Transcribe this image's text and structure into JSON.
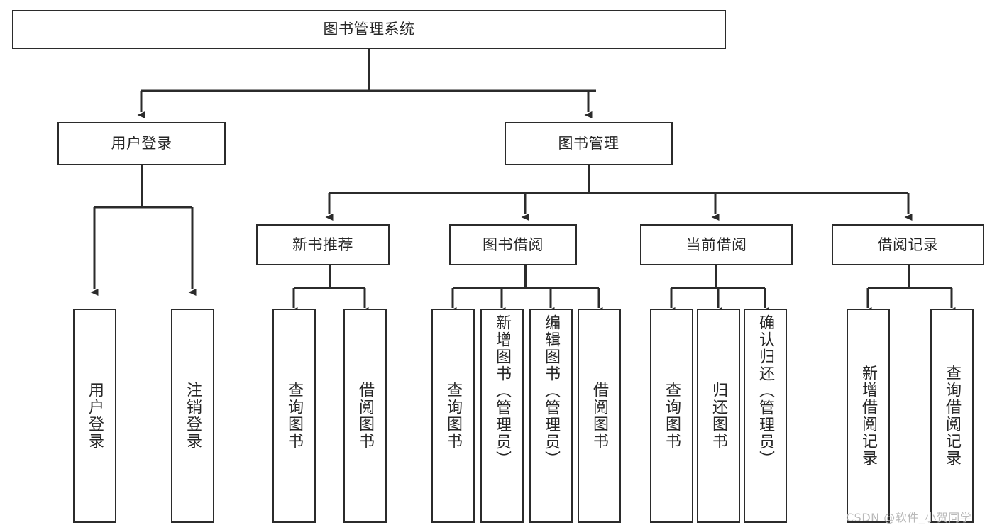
{
  "diagram": {
    "title": "图书管理系统",
    "watermark": "CSDN @软件_小贺同学",
    "colors": {
      "stroke": "#2b2b2b",
      "background": "#ffffff",
      "text": "#262626",
      "watermark": "#b9b9b9"
    },
    "root": {
      "label": "图书管理系统"
    },
    "level2": [
      {
        "label": "用户登录"
      },
      {
        "label": "图书管理"
      }
    ],
    "level3": [
      {
        "label": "新书推荐"
      },
      {
        "label": "图书借阅"
      },
      {
        "label": "当前借阅"
      },
      {
        "label": "借阅记录"
      }
    ],
    "leaves": {
      "user_login": [
        {
          "label": "用户登录"
        },
        {
          "label": "注销登录"
        }
      ],
      "new_book": [
        {
          "label": "查询图书"
        },
        {
          "label": "借阅图书"
        }
      ],
      "book_borrow": [
        {
          "label": "查询图书"
        },
        {
          "label": "新增图书（管理员）"
        },
        {
          "label": "编辑图书（管理员）"
        },
        {
          "label": "借阅图书"
        }
      ],
      "current_borrow": [
        {
          "label": "查询图书"
        },
        {
          "label": "归还图书"
        },
        {
          "label": "确认归还（管理员）"
        }
      ],
      "borrow_record": [
        {
          "label": "新增借阅记录"
        },
        {
          "label": "查询借阅记录"
        }
      ]
    }
  }
}
